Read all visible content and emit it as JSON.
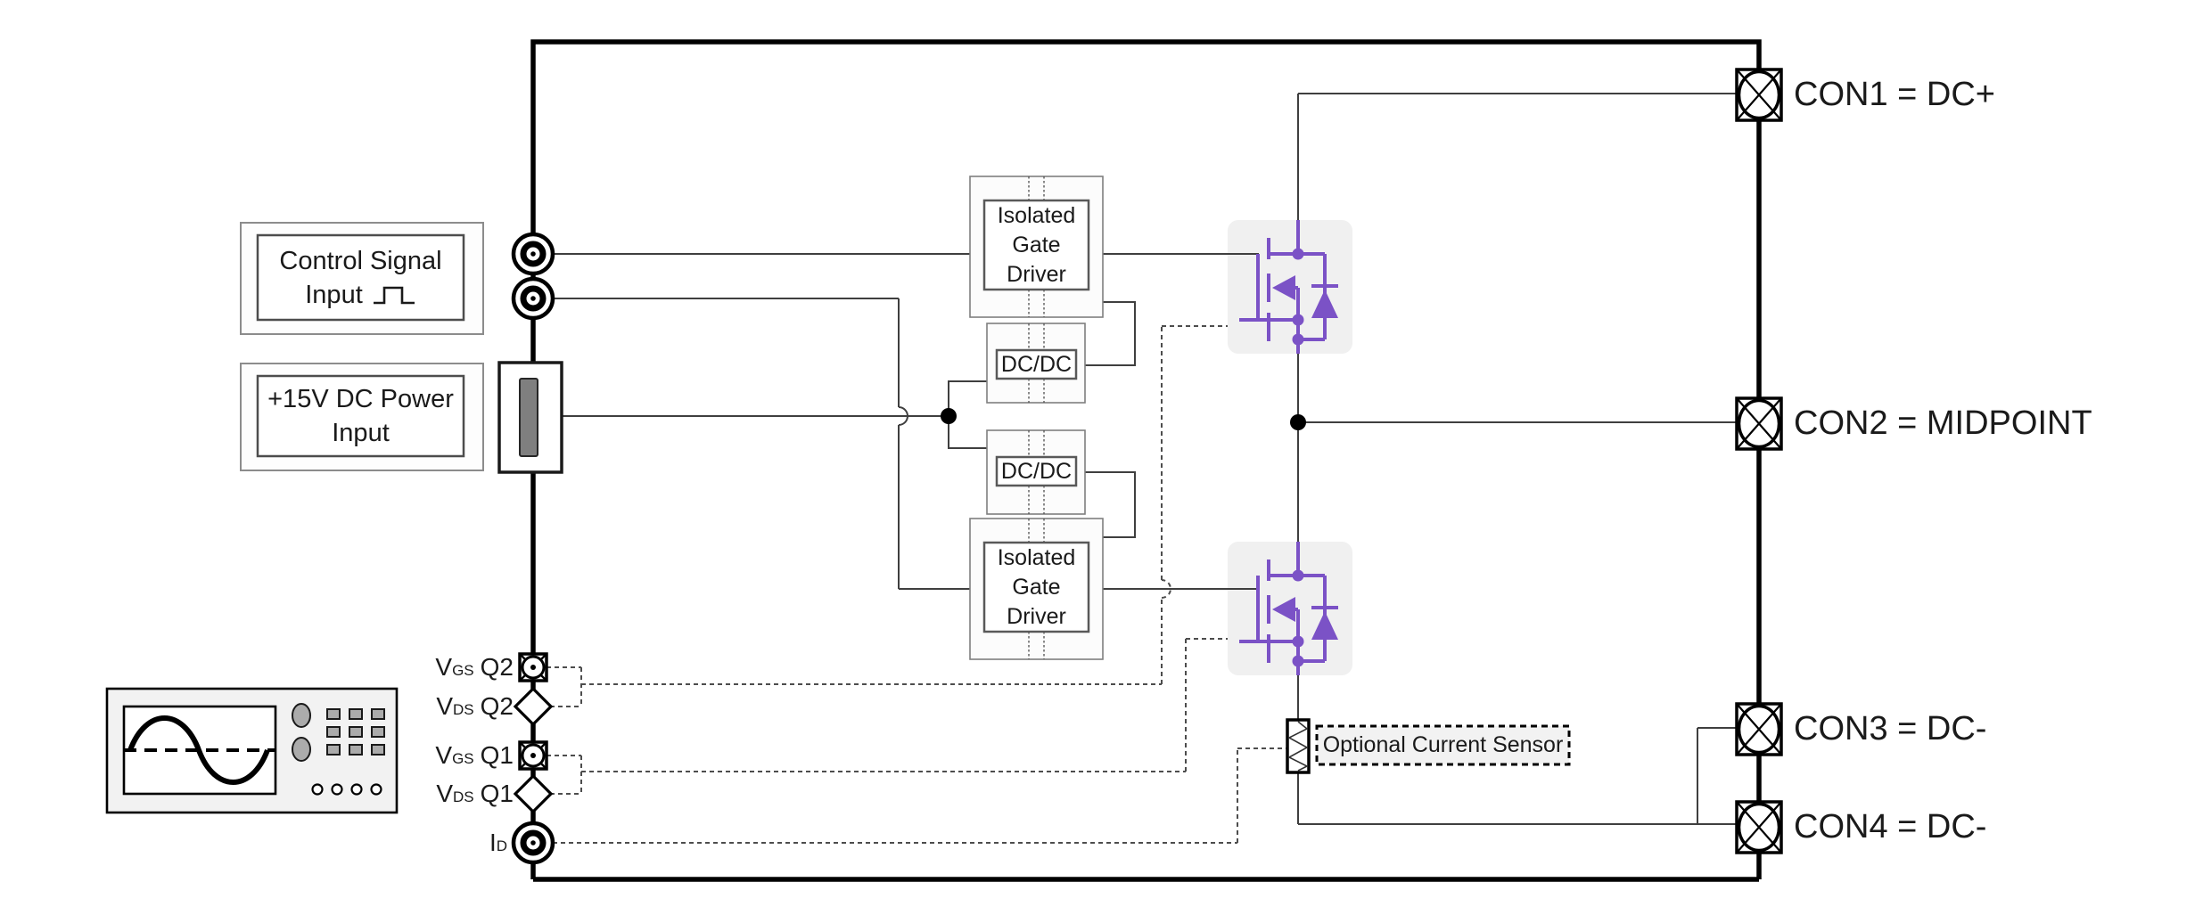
{
  "diagram": {
    "control_box": {
      "line1": "Control Signal",
      "line2": "Input"
    },
    "power_box": {
      "line1": "+15V DC Power",
      "line2": "Input"
    },
    "gate_driver_top": {
      "line1": "Isolated",
      "line2": "Gate",
      "line3": "Driver"
    },
    "gate_driver_bottom": {
      "line1": "Isolated",
      "line2": "Gate",
      "line3": "Driver"
    },
    "dcdc_top": {
      "label": "DC/DC"
    },
    "dcdc_bottom": {
      "label": "DC/DC"
    },
    "current_sensor": {
      "label": "Optional Current Sensor"
    },
    "connectors": [
      {
        "id": "CON1",
        "label": "CON1 = DC+"
      },
      {
        "id": "CON2",
        "label": "CON2 = MIDPOINT"
      },
      {
        "id": "CON3",
        "label": "CON3 = DC-"
      },
      {
        "id": "CON4",
        "label": "CON4 = DC-"
      }
    ],
    "measurements": [
      {
        "base": "V",
        "sub": "GS",
        "suffix": "Q2"
      },
      {
        "base": "V",
        "sub": "DS",
        "suffix": "Q2"
      },
      {
        "base": "V",
        "sub": "GS",
        "suffix": "Q1"
      },
      {
        "base": "V",
        "sub": "DS",
        "suffix": "Q1"
      },
      {
        "base": "I",
        "sub": "D",
        "suffix": ""
      }
    ],
    "colors": {
      "mosfet_purple": "#7B52C6",
      "mosfet_bg": "#F0F0F0",
      "block_fill": "#FCFCFC",
      "scope_body": "#F2F2F2",
      "knob_gray": "#ABABAB"
    }
  }
}
